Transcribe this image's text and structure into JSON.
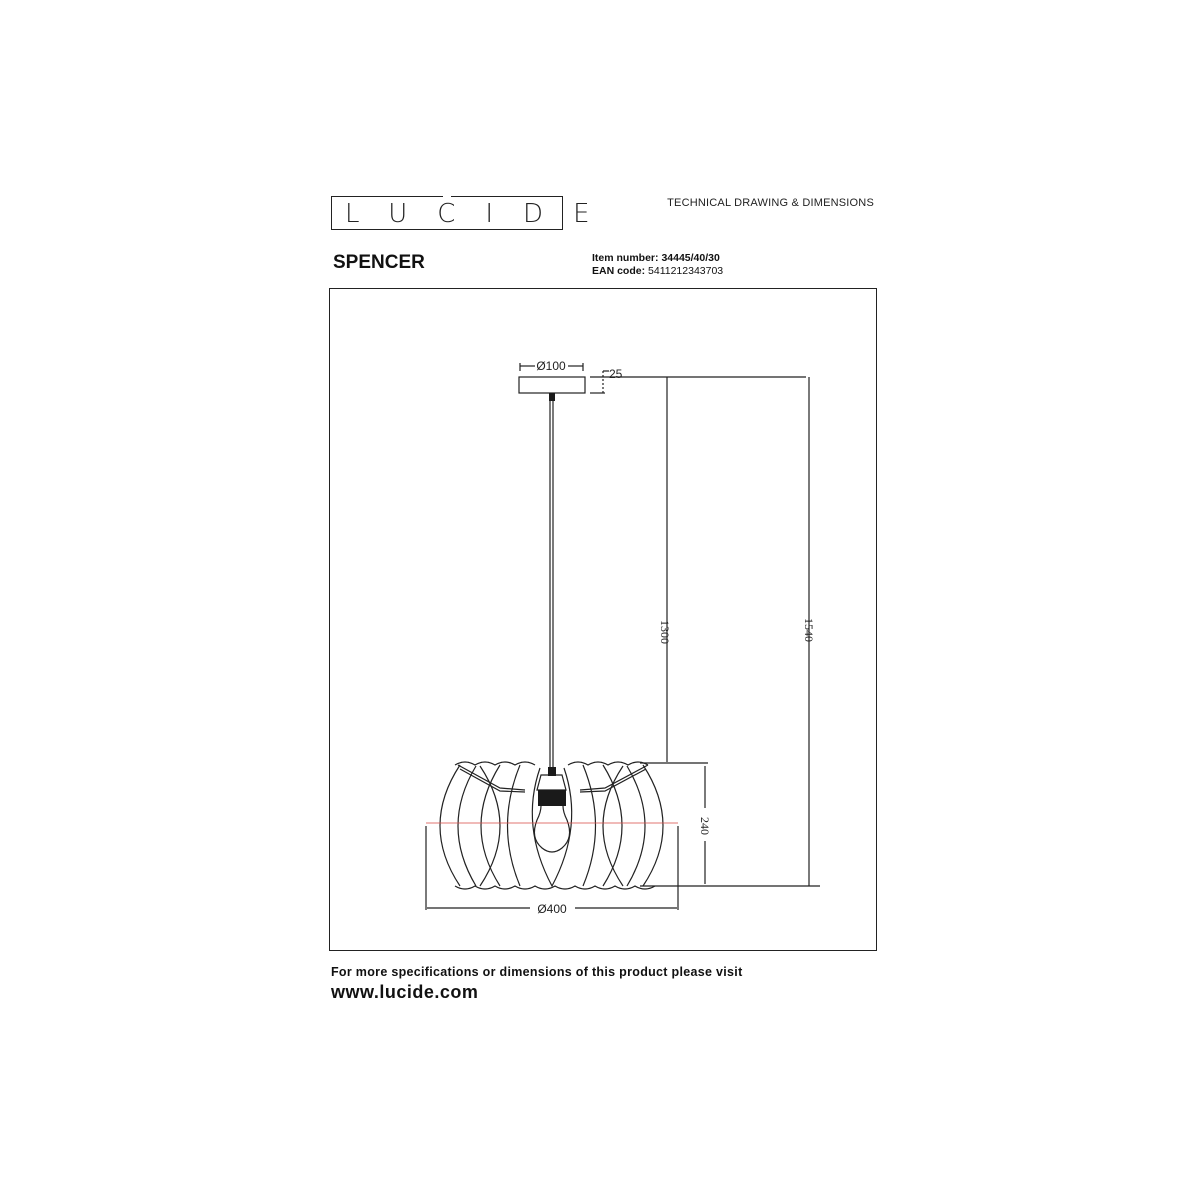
{
  "header": {
    "brand_logo": "LUCIDE",
    "doc_type": "TECHNICAL DRAWING & DIMENSIONS",
    "product_name": "SPENCER",
    "item_number_label": "Item number:",
    "item_number": "34445/40/30",
    "ean_label": "EAN code:",
    "ean": "5411212343703"
  },
  "drawing": {
    "canopy_diameter": "Ø100",
    "canopy_height": "25",
    "cable_length": "1300",
    "total_height": "1540",
    "shade_height": "240",
    "shade_diameter": "Ø400",
    "colors": {
      "line": "#222222",
      "centerline": "#d9534f",
      "socket": "#1a1a1a"
    }
  },
  "footer": {
    "more_info": "For more specifications or dimensions of this product please visit",
    "website": "www.lucide.com"
  }
}
